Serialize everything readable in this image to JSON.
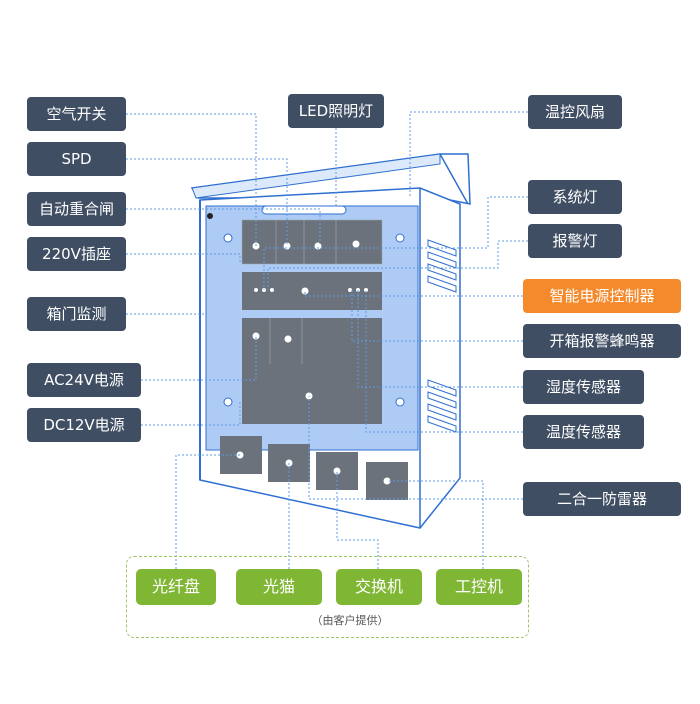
{
  "labels_left": [
    "空气开关",
    "SPD",
    "自动重合闸",
    "220V插座",
    "箱门监测",
    "AC24V电源",
    "DC12V电源"
  ],
  "labels_top": [
    "LED照明灯",
    "温控风扇"
  ],
  "labels_right": [
    "系统灯",
    "报警灯",
    "智能电源控制器",
    "开箱报警蜂鸣器",
    "湿度传感器",
    "温度传感器",
    "二合一防雷器"
  ],
  "labels_bottom": [
    "光纤盘",
    "光猫",
    "交换机",
    "工控机"
  ],
  "note": "（由客户提供）",
  "colors": {
    "dark": "#3f4e63",
    "orange": "#f48a2c",
    "green": "#7fb633",
    "panel": "#aecbf5",
    "frame": "#2f6fd0"
  }
}
